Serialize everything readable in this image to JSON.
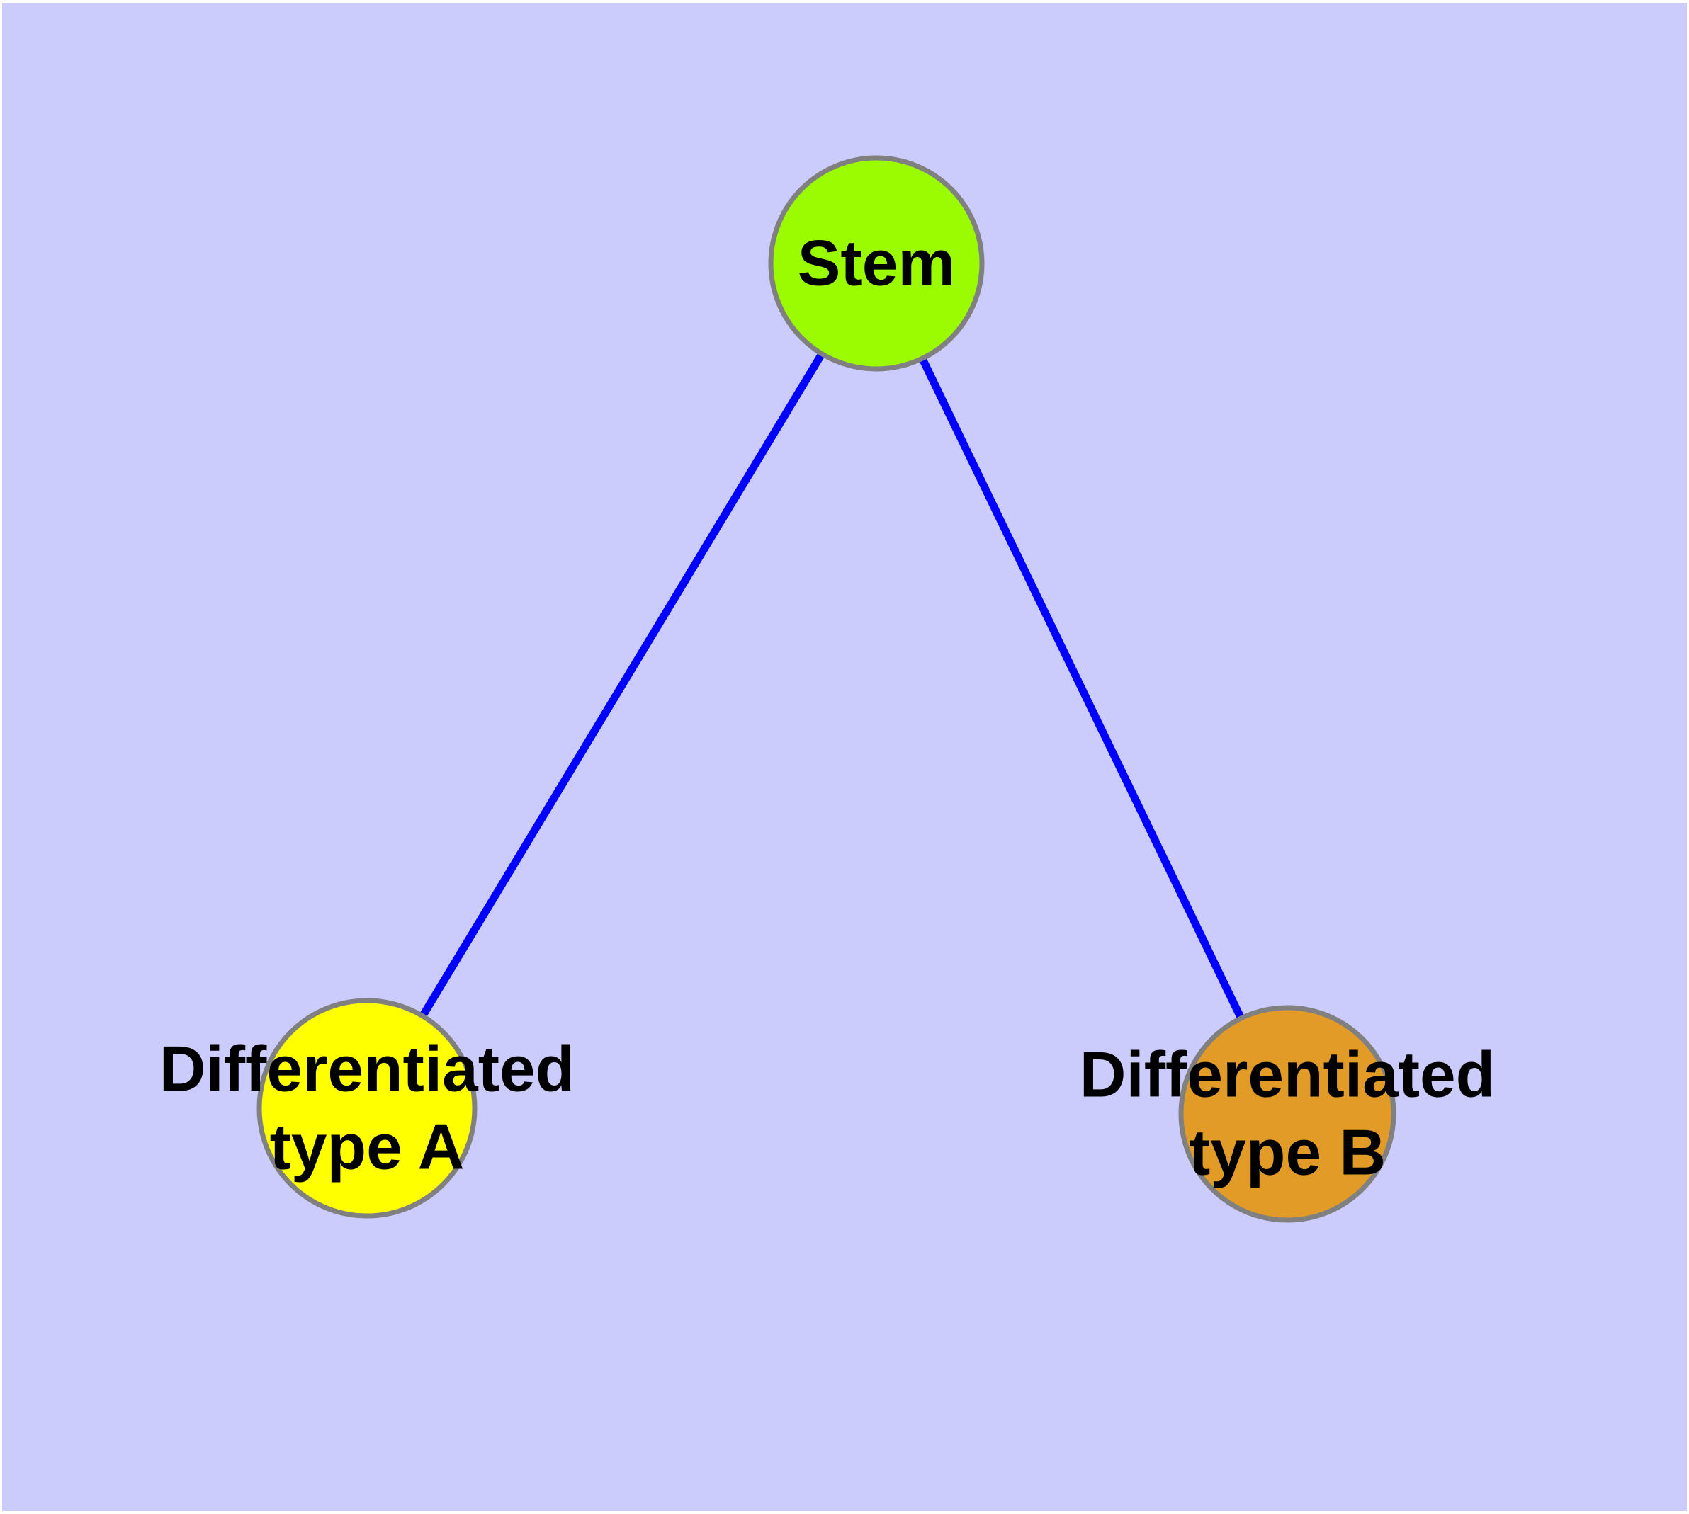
{
  "diagram": {
    "type": "graph",
    "description": "Stem cell differentiation tree: one stem node connected to two differentiated cell type nodes",
    "colors": {
      "background": "#CBCBFC",
      "frame": "#FFFFFF",
      "node_border": "#808080",
      "edge": "#0000FF",
      "text": "#000000"
    },
    "nodes": {
      "stem": {
        "label": "Stem",
        "fill": "#9BFB00"
      },
      "type_a": {
        "label": "Differentiated type A",
        "label_line1": "Differentiated",
        "label_line2": "type A",
        "fill": "#FFFF00"
      },
      "type_b": {
        "label": "Differentiated type B",
        "label_line1": "Differentiated",
        "label_line2": "type B",
        "fill": "#E19B26"
      }
    },
    "edges": [
      {
        "source": "Stem",
        "target": "Differentiated type A"
      },
      {
        "source": "Stem",
        "target": "Differentiated type B"
      }
    ]
  }
}
